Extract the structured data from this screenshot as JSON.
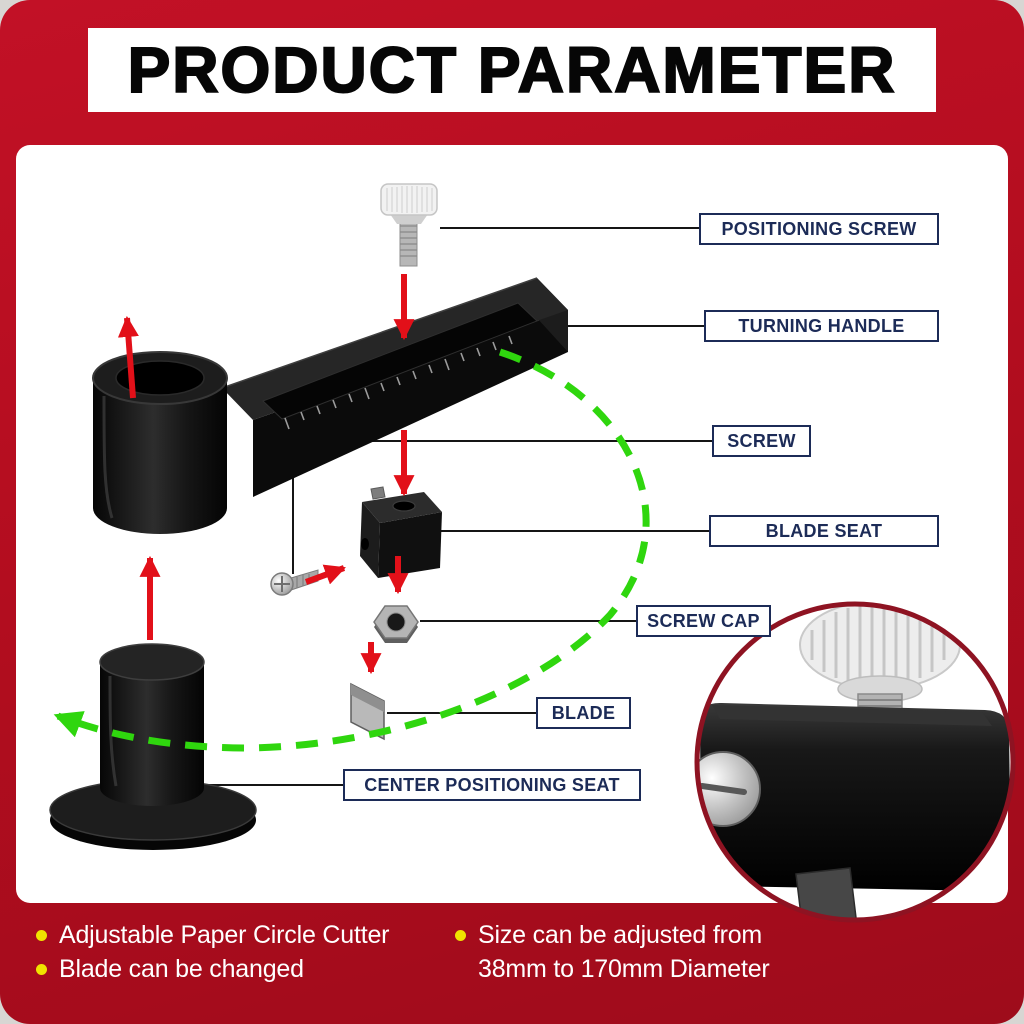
{
  "title": "PRODUCT PARAMETER",
  "labels": {
    "positioning_screw": "POSITIONING SCREW",
    "turning_handle": "TURNING HANDLE",
    "screw": "SCREW",
    "blade_seat": "BLADE SEAT",
    "screw_cap": "SCREW CAP",
    "blade": "BLADE",
    "center_positioning_seat": "CENTER POSITIONING SEAT"
  },
  "features": {
    "item1": "Adjustable Paper Circle Cutter",
    "item2": "Blade can be changed",
    "item3_line1": "Size can be adjusted from",
    "item3_line2": "38mm to 170mm Diameter"
  },
  "colors": {
    "background_red": "#b30d1f",
    "label_navy": "#1c2b57",
    "arrow_red": "#e21019",
    "rotation_green": "#2fd60e",
    "bullet_yellow": "#f0e300",
    "inset_ring_red": "#8e1322"
  }
}
